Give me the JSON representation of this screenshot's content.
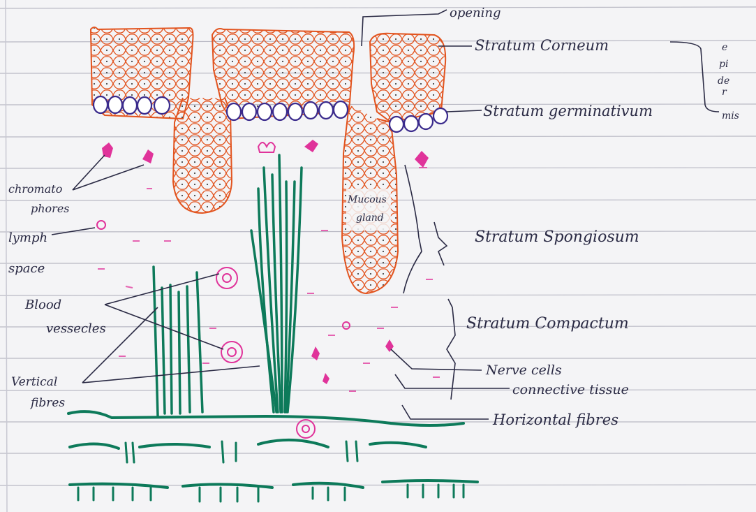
{
  "labels": {
    "opening": "opening",
    "stratum_corneum": "Stratum Corneum",
    "epidermis_letters": [
      "e",
      "pi",
      "de",
      "r",
      "mis"
    ],
    "stratum_germinativum": "Stratum germinativum",
    "chromatophores": [
      "chromato",
      "phores"
    ],
    "lymph": "lymph",
    "space": "space",
    "mucous_gland": [
      "Mucous",
      "gland"
    ],
    "stratum_spongiosum": "Stratum Spongiosum",
    "blood_vessels": [
      "Blood",
      "vessecles"
    ],
    "stratum_compactum": "Stratum Compactum",
    "vertical_fibres": [
      "Vertical",
      "fibres"
    ],
    "nerve_cells": "Nerve cells",
    "connective_tissue": "connective tissue",
    "horizontal_fibres": "Horizontal fibres"
  },
  "colors": {
    "paper": "#f4f4f6",
    "rule_line": "#b9b9c4",
    "margin": "#c8c8d2",
    "epithelium": "#e2541f",
    "basal_cells": "#3a2a8c",
    "chromatophore": "#e0339a",
    "fibres": "#0d7a5a",
    "ink": "#2a2a44"
  }
}
